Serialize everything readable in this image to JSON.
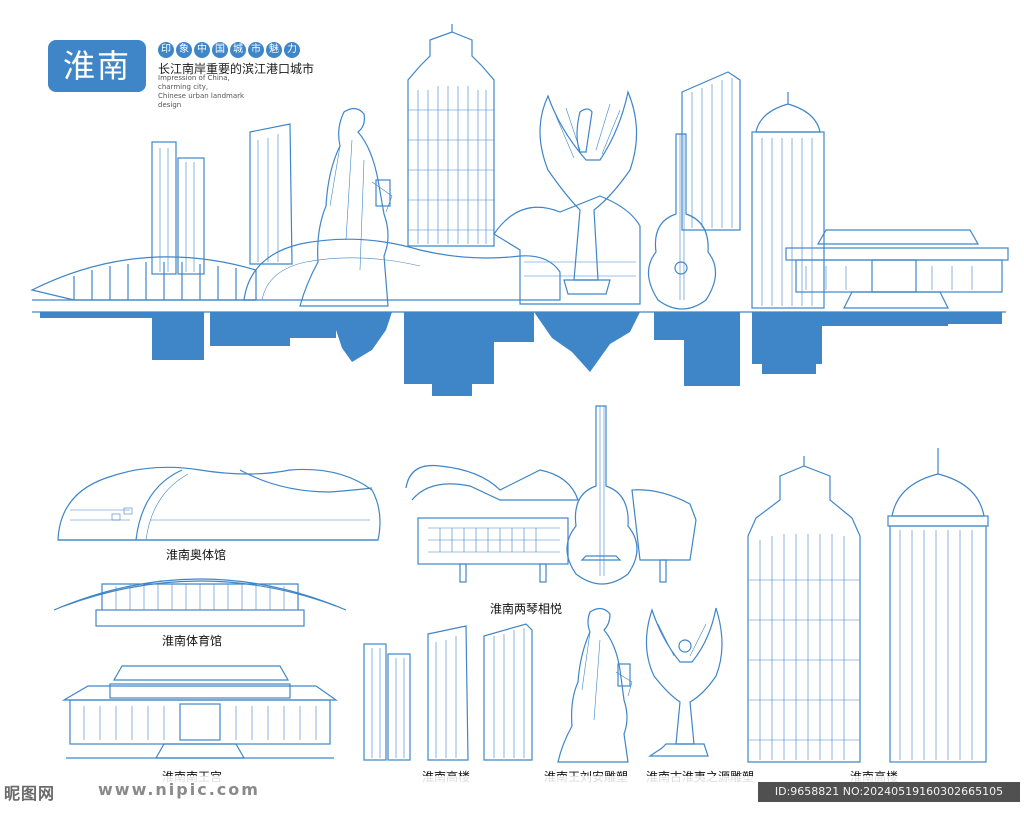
{
  "header": {
    "badge": "淮南",
    "tagline_chars": [
      "印",
      "象",
      "中",
      "国",
      "城",
      "市",
      "魅",
      "力"
    ],
    "subtitle": "长江南岸重要的滨江港口城市",
    "english": "Impression of China,\ncharming city,\nChinese urban landmark\ndesign"
  },
  "labels": {
    "olympic_center": "淮南奥体馆",
    "gymnasium": "淮南体育馆",
    "palace": "淮南南王宫",
    "towers_left": "淮南高楼",
    "liuan_statue": "淮南王刘安雕塑",
    "huaiyi_statue": "淮南古淮夷之源雕塑",
    "qin_theater": "淮南两琴相悦",
    "towers_right": "淮南高楼"
  },
  "watermark": {
    "logo": "昵图网",
    "site": "www.nipic.com",
    "id": "ID:9658821 NO:20240519160302665105"
  },
  "colors": {
    "accent": "#3f86c8",
    "text": "#111111"
  }
}
